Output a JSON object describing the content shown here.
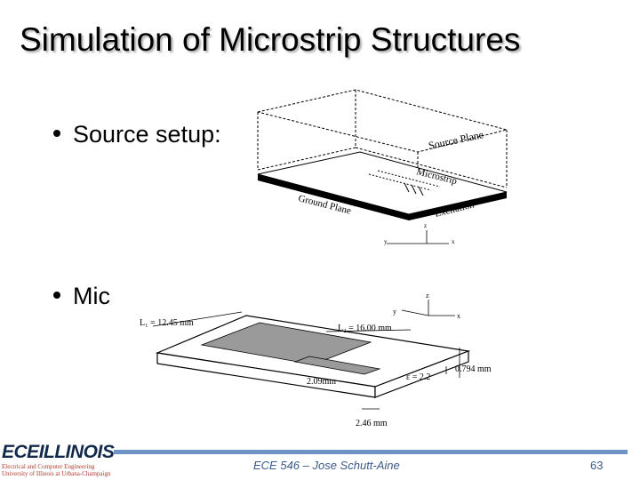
{
  "slide": {
    "title": "Simulation of Microstrip Structures",
    "bullets": [
      {
        "text": "Source setup:"
      },
      {
        "text": "Mic"
      }
    ]
  },
  "figure1": {
    "labels": {
      "source_plane": "Source Plane",
      "microstrip": "Microstrip",
      "ground_plane": "Ground Plane",
      "excitation": "Excitation",
      "axis_z": "z",
      "axis_y": "y",
      "axis_x": "x"
    }
  },
  "figure2": {
    "labels": {
      "l1": "L₁ = 12.45 mm",
      "l2": "L₂ = 16.00 mm",
      "width": "2.09mm",
      "thickness": "0.794 mm",
      "eps": "ε = 2.2",
      "feed_width": "2.46 mm",
      "axis_z": "z",
      "axis_y": "y",
      "axis_x": "x"
    }
  },
  "footer": {
    "logo_text_ece": "ECE",
    "logo_text_illinois": "ILLINOIS",
    "logo_sub1": "Electrical and Computer Engineering",
    "logo_sub2": "University of Illinois at Urbana-Champaign",
    "course": "ECE 546 – Jose Schutt-Aine",
    "page": "63"
  },
  "colors": {
    "footer_bar": "#6f93c4",
    "footer_text": "#3b5a88",
    "logo_blue": "#13294b",
    "logo_red": "#b03a2e"
  }
}
